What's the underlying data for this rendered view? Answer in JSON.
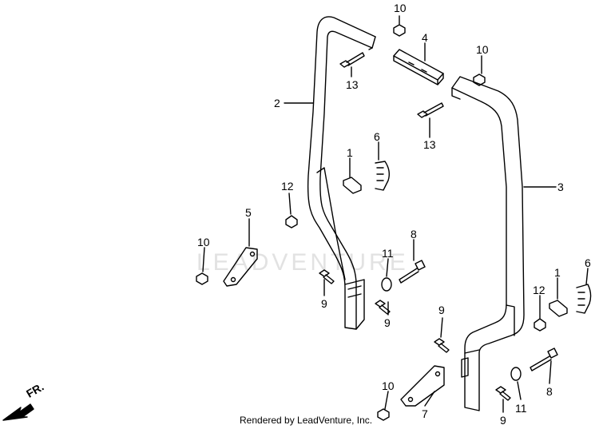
{
  "watermark": "LEADVENTURE",
  "footer": "Rendered by LeadVenture, Inc.",
  "direction_label": "FR.",
  "callouts": [
    "10",
    "4",
    "10",
    "13",
    "2",
    "13",
    "6",
    "1",
    "3",
    "12",
    "5",
    "10",
    "8",
    "11",
    "9",
    "1",
    "6",
    "12",
    "9",
    "9",
    "8",
    "10",
    "7",
    "9",
    "11"
  ]
}
